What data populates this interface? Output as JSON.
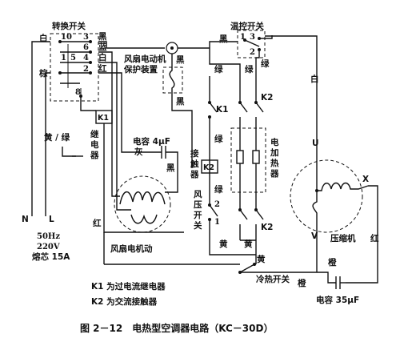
{
  "labels": {
    "switch_title": "转换开关",
    "white_top_left": "白",
    "brown_left": "棕",
    "sw_pin_10": "10",
    "sw_pin_3": "3",
    "sw_pin_6": "6",
    "sw_pin_5": "5",
    "sw_pin_4": "4",
    "sw_pin_1": "1",
    "sw_pin_2": "2",
    "sw_pin_8": "8",
    "wire_black": "黑",
    "wire_blue": "蓝",
    "wire_white": "白",
    "wire_red": "红",
    "k1_box": "K1",
    "relay_text": "继电器",
    "yellow_green": "黄 / 绿",
    "n_terminal": "N",
    "l_terminal": "L",
    "supply_freq": "50Hz",
    "supply_voltage": "220V",
    "supply_fuse": "熔芯 15A",
    "fan_protector_line1": "风扇电动机",
    "fan_protector_line2": "保护装置",
    "protector_black_top": "黑",
    "protector_black_bottom": "黑",
    "fan_cap": "电容 4μF",
    "fan_ash": "灰",
    "fan_black": "黑",
    "fan_red": "红",
    "fan_motor_label": "风扇电机动",
    "thermo_title": "温控开关",
    "thermo_black": "黑",
    "thermo_pin_1": "1",
    "thermo_pin_3": "3",
    "thermo_pin_2": "2",
    "thermo_green": "绿",
    "green_a": "绿",
    "green_b": "绿",
    "k1_contact": "K1",
    "k2_contact_top": "K2",
    "green_c": "绿",
    "contactor_text": "接触器",
    "k2_box": "K2",
    "green_d": "绿",
    "pressure_switch": "风压开关",
    "ps_pin_2": "2",
    "ps_pin_1": "1",
    "heater_text": "电加热器",
    "k2_contact_bottom": "K2",
    "yellow_a": "黄",
    "yellow_b": "黄",
    "yellow_c": "黄",
    "white_right": "白",
    "comp_u": "U",
    "comp_x": "X",
    "comp_v": "V",
    "compressor_label": "压缩机",
    "comp_red": "红",
    "orange_a": "橙",
    "orange_b": "橙",
    "comp_cap": "电容 35μF",
    "cool_heat_switch": "冷热开关",
    "legend_k1": "K1 为过电流继电器",
    "legend_k2": "K2 为交流接触器",
    "caption": "图 2－12　电热型空调器电路（KC－30D）"
  }
}
